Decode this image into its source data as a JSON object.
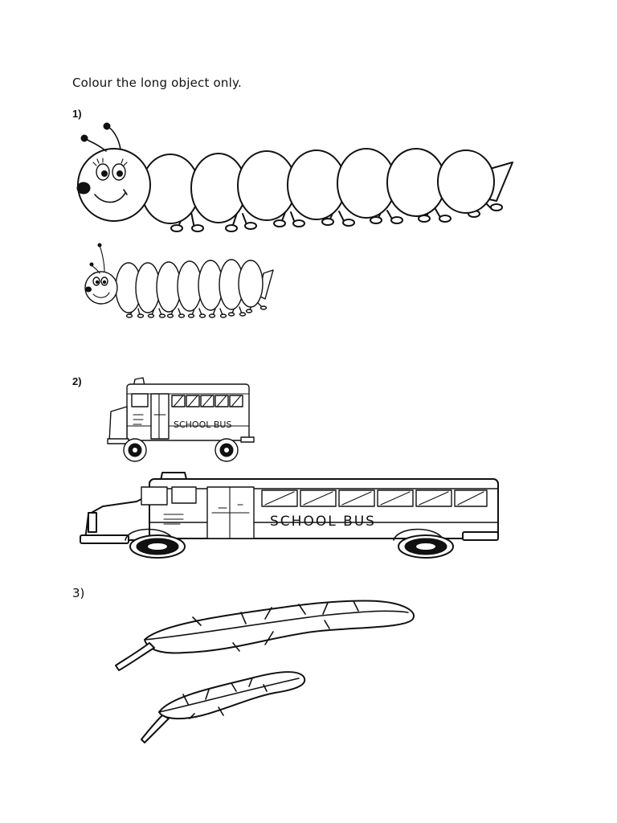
{
  "worksheet": {
    "instruction": "Colour the long object only.",
    "questions": [
      {
        "number": "1)",
        "subject": "caterpillar"
      },
      {
        "number": "2)",
        "subject": "school-bus",
        "vehicle_label": "SCHOOL BUS"
      },
      {
        "number": "3)",
        "subject": "feather"
      }
    ]
  }
}
